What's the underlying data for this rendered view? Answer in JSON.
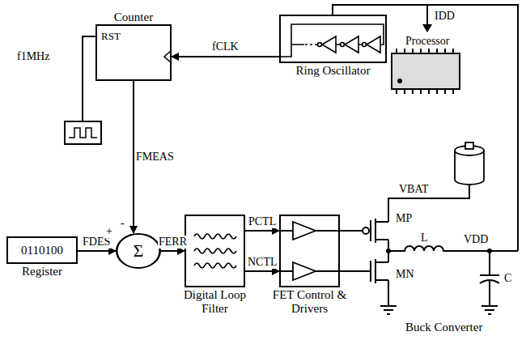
{
  "diagram": {
    "nodes": [
      {
        "text": [
          "Counter",
          "RST"
        ]
      },
      {
        "text": [
          "Ring Oscillator"
        ]
      },
      {
        "text": [
          "0110100",
          "Register"
        ]
      },
      {
        "text": [
          "Σ"
        ]
      },
      {
        "text": [
          "Digital Loop Filter"
        ]
      },
      {
        "text": [
          "FET Control & Drivers"
        ]
      }
    ],
    "edges": [
      {
        "from": 1,
        "to": 0,
        "arrow": "to",
        "label": "fCLK"
      },
      {
        "from": 0,
        "to": 3,
        "arrow": "to",
        "label": "FMEAS"
      },
      {
        "from": 2,
        "to": 3,
        "arrow": "to",
        "label": "FDES"
      },
      {
        "from": 3,
        "to": 4,
        "arrow": "to",
        "label": "FERR"
      },
      {
        "from": 4,
        "to": 5,
        "arrow": "to",
        "label": "PCTL"
      },
      {
        "from": 4,
        "to": 5,
        "arrow": "to",
        "label": "NCTL"
      }
    ],
    "labels": [
      "f1MHz",
      "IDD",
      "Processor",
      "VBAT",
      "MP",
      "MN",
      "L",
      "VDD",
      "C",
      "Buck Converter",
      "+",
      "-"
    ]
  }
}
